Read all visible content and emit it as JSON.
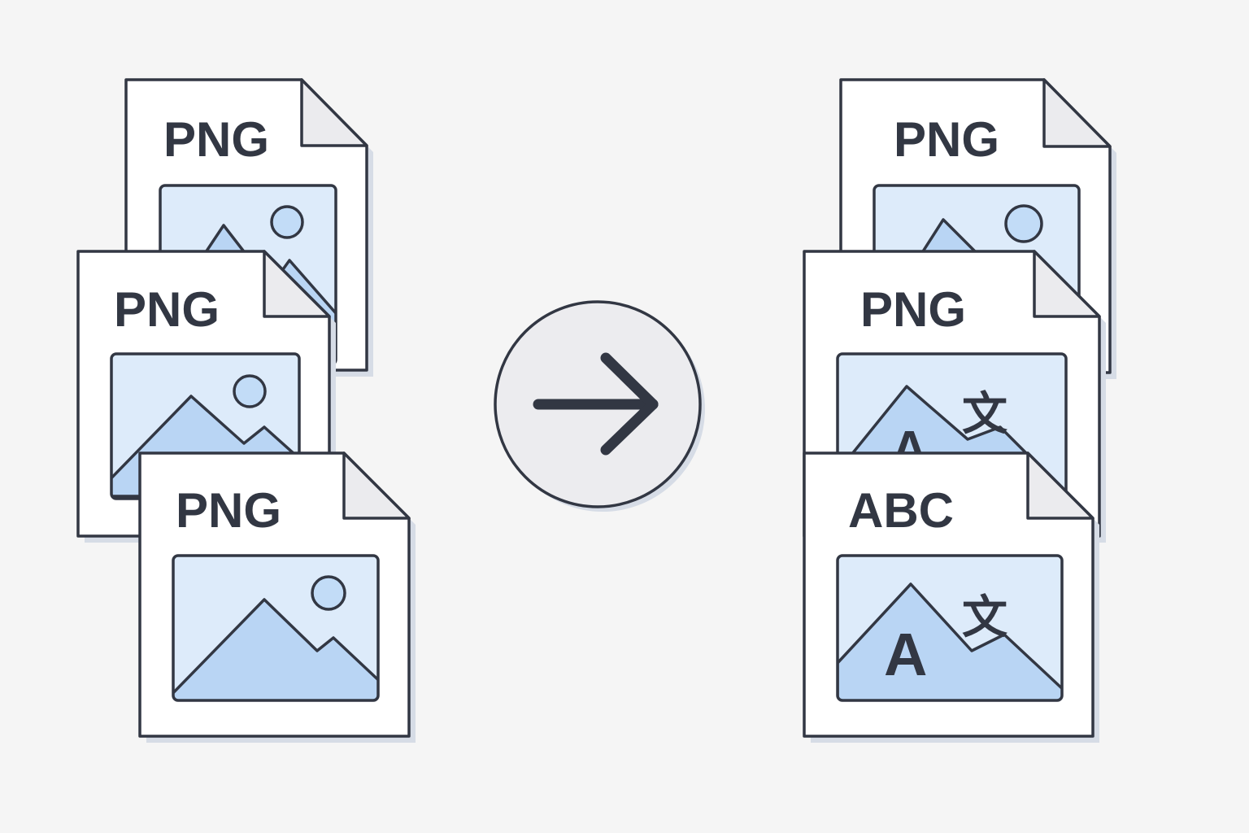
{
  "colors": {
    "background": "#f5f5f5",
    "stroke": "#323743",
    "paper": "#ffffff",
    "fold": "#ebebee",
    "image_fill": "#ddebfa",
    "mountain": "#b9d5f4",
    "sun": "#c2dcf7",
    "arrow_circle": "#ececef",
    "shadow": "#d6dce6"
  },
  "source_files": [
    {
      "label": "PNG",
      "icon": "image-icon"
    },
    {
      "label": "PNG",
      "icon": "image-icon"
    },
    {
      "label": "PNG",
      "icon": "image-icon"
    }
  ],
  "arrow": {
    "icon": "arrow-right-icon"
  },
  "translated_files": [
    {
      "label": "PNG",
      "icon": "image-icon"
    },
    {
      "label": "PNG",
      "icon": "translate-icon",
      "glyph_latin": "A",
      "glyph_cjk": "文"
    },
    {
      "label": "ABC",
      "icon": "translate-icon",
      "glyph_latin": "A",
      "glyph_cjk": "文"
    }
  ]
}
